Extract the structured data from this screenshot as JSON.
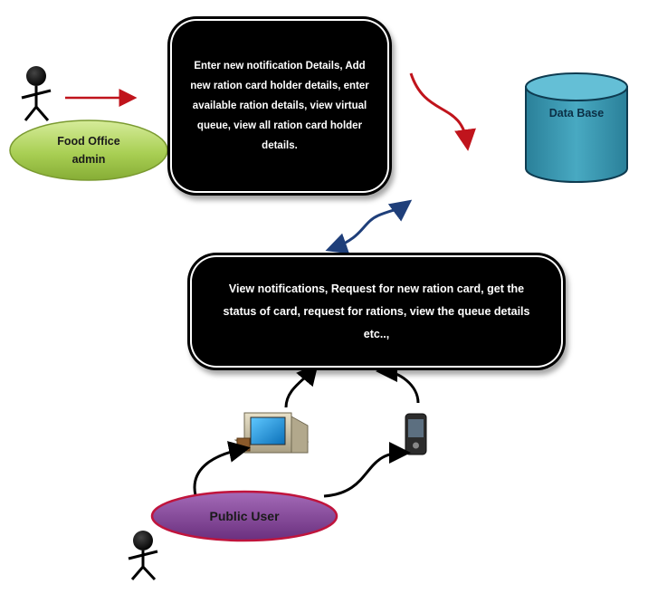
{
  "admin_actor": {
    "label": "Food Office admin"
  },
  "admin_functions": {
    "text": "Enter new notification Details, Add new ration card holder details, enter available ration details, view virtual queue, view all ration card holder details."
  },
  "database": {
    "label": "Data Base"
  },
  "public_functions": {
    "text": "View notifications, Request for new ration card, get the status of card, request for rations, view the queue details etc..,"
  },
  "public_actor": {
    "label": "Public User"
  },
  "devices": [
    "computer-icon",
    "mobile-phone-icon"
  ],
  "colors": {
    "admin_ellipse": "#a9cf54",
    "user_ellipse": "#7a3f8f",
    "user_ellipse_border": "#c0143c",
    "database": "#2e8ea6",
    "arrow_red": "#c0141c",
    "arrow_blue": "#1f3f7a"
  }
}
